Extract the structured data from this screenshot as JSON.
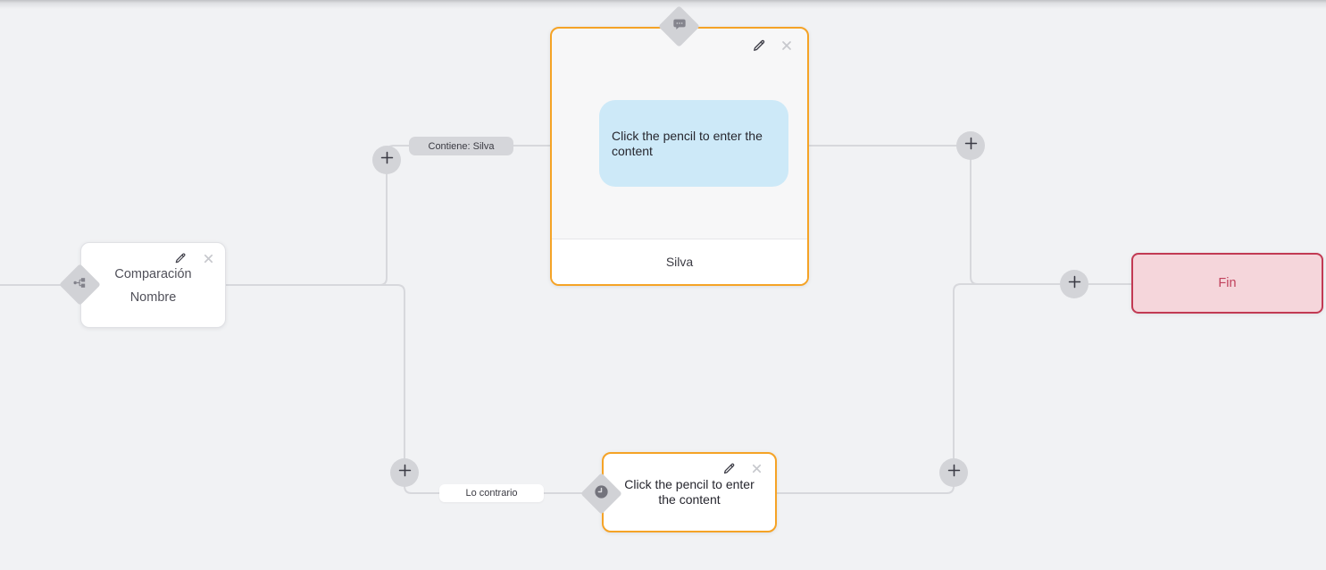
{
  "canvas": {
    "type": "flow-builder"
  },
  "nodes": {
    "comparison": {
      "type": "comparison",
      "title_line1": "Comparación",
      "title_line2": "Nombre",
      "icon": "branch-icon"
    },
    "message": {
      "type": "message",
      "content_placeholder": "Click the pencil to enter the content",
      "footer_label": "Silva",
      "icon": "speech-bubble-icon"
    },
    "delay": {
      "type": "delay",
      "content_placeholder": "Click the pencil to enter the content",
      "icon": "clock-icon"
    },
    "end": {
      "type": "end",
      "label": "Fin"
    }
  },
  "edges": {
    "branch_true_label": "Contiene: Silva",
    "branch_false_label": "Lo contrario"
  },
  "icons": {
    "edit": "pencil-icon",
    "delete": "close-icon",
    "add": "plus-icon"
  },
  "colors": {
    "background": "#f1f2f4",
    "edge_line": "#d7d8dc",
    "accent_orange": "#f5a326",
    "message_bubble_blue": "#cde9f8",
    "end_background": "#f5d6db",
    "end_accent": "#c23a53",
    "badge_gray": "#d1d2d6",
    "pill_gray": "#d5d6da",
    "text_dark": "#26262e",
    "text_gray": "#51515a"
  }
}
